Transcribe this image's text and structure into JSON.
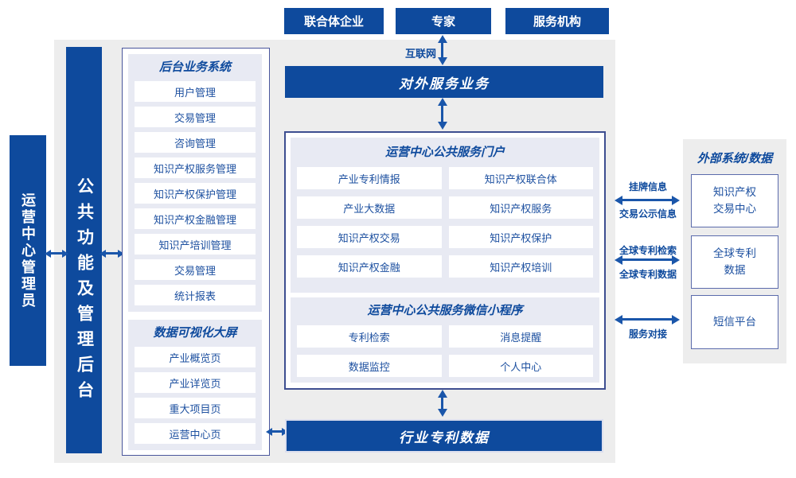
{
  "colors": {
    "primary_blue": "#0e4a9d",
    "arrow_blue": "#1a56aa",
    "panel_lavender": "#e8eaf3",
    "background_gray": "#ededed",
    "outline_border": "#3d4e90",
    "item_text_blue": "#1d50a0"
  },
  "top_actors": [
    "联合体企业",
    "专家",
    "服务机构"
  ],
  "network_label": "互联网",
  "bars": {
    "external_service": "对外服务业务",
    "industry_patent_data": "行业专利数据"
  },
  "left_rails": {
    "admin": "运营中心管理员",
    "backend": "公共功能及管理后台"
  },
  "backend_system_panel": {
    "title": "后台业务系统",
    "items": [
      "用户管理",
      "交易管理",
      "咨询管理",
      "知识产权服务管理",
      "知识产权保护管理",
      "知识产权金融管理",
      "知识产培训管理",
      "交易管理",
      "统计报表"
    ]
  },
  "dashboard_panel": {
    "title": "数据可视化大屏",
    "items": [
      "产业概览页",
      "产业详览页",
      "重大项目页",
      "运营中心页"
    ]
  },
  "portal_panel": {
    "title": "运营中心公共服务门户",
    "items": [
      "产业专利情报",
      "知识产权联合体",
      "产业大数据",
      "知识产权服务",
      "知识产权交易",
      "知识产权保护",
      "知识产权金融",
      "知识产权培训"
    ]
  },
  "miniprogram_panel": {
    "title": "运营中心公共服务微信小程序",
    "items": [
      "专利检索",
      "消息提醒",
      "数据监控",
      "个人中心"
    ]
  },
  "external_panel": {
    "title": "外部系统/数据",
    "systems": [
      {
        "line1": "知识产权",
        "line2": "交易中心"
      },
      {
        "line1": "全球专利",
        "line2": "数据"
      },
      {
        "line1": "短信平台",
        "line2": ""
      }
    ]
  },
  "link_labels": [
    {
      "top": "挂牌信息",
      "bottom": "交易公示信息"
    },
    {
      "top": "全球专利检索",
      "bottom": "全球专利数据"
    },
    {
      "top": "",
      "bottom": "服务对接"
    }
  ]
}
